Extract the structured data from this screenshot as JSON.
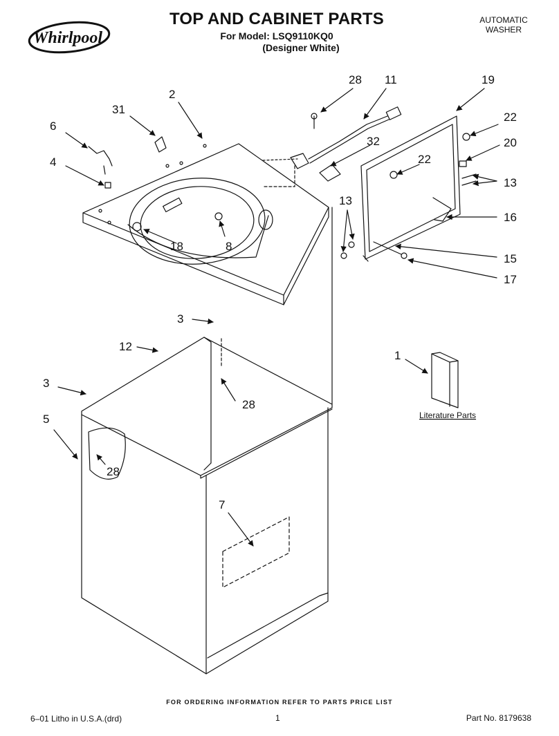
{
  "header": {
    "brand": "Whirlpool",
    "title": "TOP AND CABINET PARTS",
    "model_line": "For Model: LSQ9110KQ0",
    "color_line": "(Designer White)",
    "product_type_line1": "AUTOMATIC",
    "product_type_line2": "WASHER"
  },
  "callouts": {
    "c28a": "28",
    "c11": "11",
    "c19": "19",
    "c2": "2",
    "c31": "31",
    "c22a": "22",
    "c6": "6",
    "c32": "32",
    "c20": "20",
    "c4": "4",
    "c22b": "22",
    "c13a": "13",
    "c16": "16",
    "c13b": "13",
    "c8": "8",
    "c18": "18",
    "c15": "15",
    "c17": "17",
    "c3a": "3",
    "c12": "12",
    "c1": "1",
    "c28b": "28",
    "c3b": "3",
    "c5": "5",
    "c28c": "28",
    "c7": "7"
  },
  "literature_label": "Literature Parts",
  "footer": {
    "order_note": "FOR ORDERING INFORMATION REFER TO PARTS PRICE LIST",
    "litho": "6–01 Litho in U.S.A.(drd)",
    "page_number": "1",
    "part_number": "Part No. 8179638"
  }
}
